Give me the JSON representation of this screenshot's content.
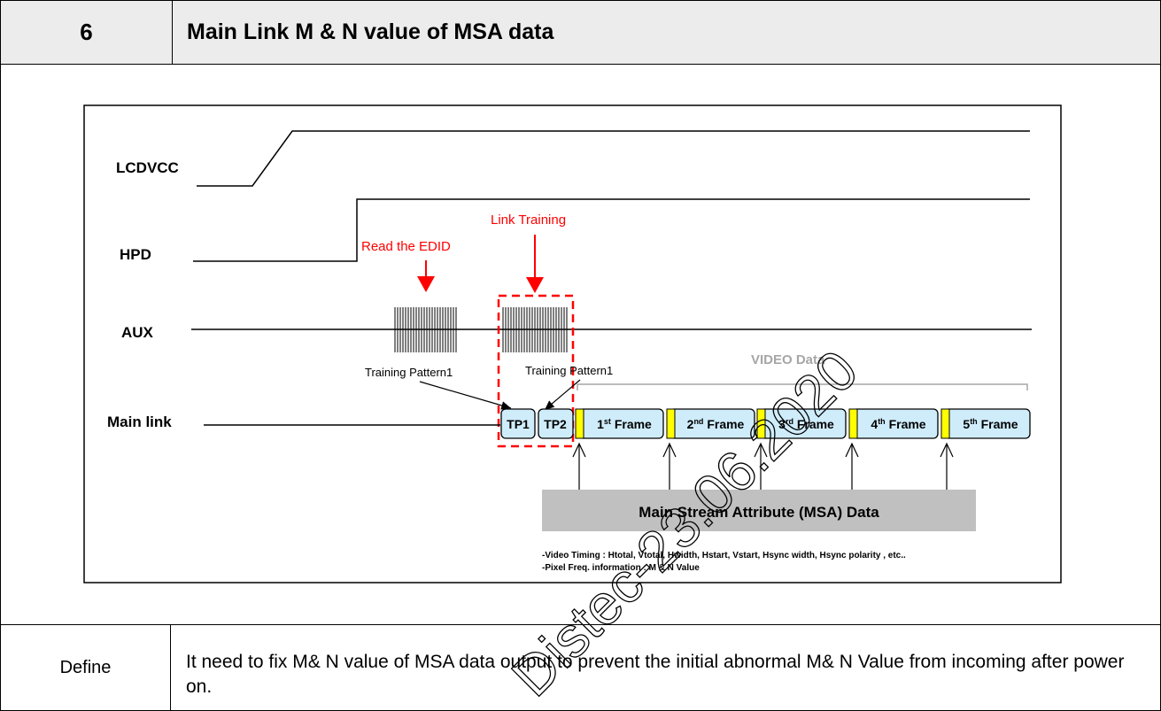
{
  "header": {
    "number": "6",
    "title": "Main Link M & N value of MSA data"
  },
  "diagram": {
    "signals": [
      "LCDVCC",
      "HPD",
      "AUX",
      "Main link"
    ],
    "annotations": {
      "read_edid": "Read the EDID",
      "link_training": "Link Training",
      "training_pattern_a": "Training Pattern1",
      "training_pattern_b": "Training Pattern1",
      "video_data": "VIDEO Data"
    },
    "tp_boxes": [
      "TP1",
      "TP2"
    ],
    "frames": [
      {
        "ordinal": "1",
        "sup": "st",
        "word": " Frame"
      },
      {
        "ordinal": "2",
        "sup": "nd",
        "word": " Frame"
      },
      {
        "ordinal": "3",
        "sup": "rd",
        "word": " Frame"
      },
      {
        "ordinal": "4",
        "sup": "th",
        "word": " Frame"
      },
      {
        "ordinal": "5",
        "sup": "th",
        "word": " Frame"
      }
    ],
    "msa_box": "Main Stream Attribute (MSA) Data",
    "notes": [
      "-Video Timing : Htotal, Vtotal, Hwidth, Hstart, Vstart, Hsync width, Hsync polarity , etc..",
      "-Pixel Freq. information : M & N Value"
    ],
    "colors": {
      "frame_fill": "#cfecfb",
      "marker": "#ffff00",
      "red": "#ff0000",
      "msa_fill": "#c0c0c0"
    }
  },
  "watermark": "Distec-23.06.2020",
  "footer": {
    "label": "Define",
    "text": "It need to fix M& N value of MSA data output to prevent the initial abnormal M& N Value from incoming after power on."
  }
}
